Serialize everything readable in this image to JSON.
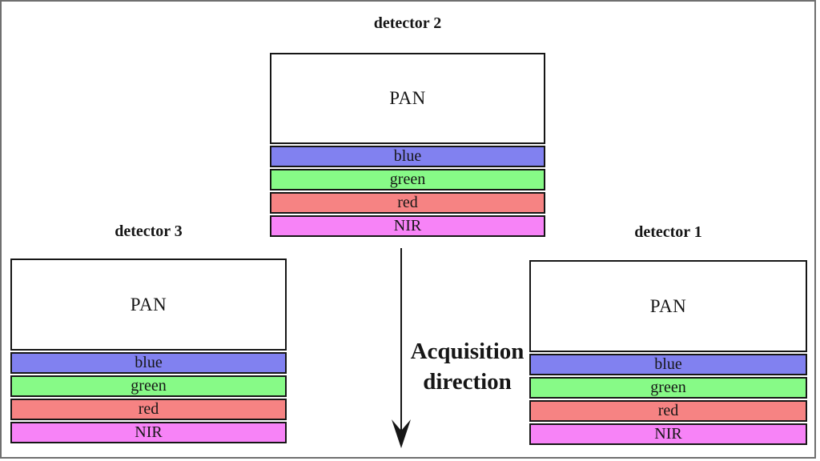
{
  "detectors": [
    {
      "title": "detector 2",
      "pan_label": "PAN",
      "bands": [
        {
          "label": "blue",
          "color": "#8181f0"
        },
        {
          "label": "green",
          "color": "#87fa87"
        },
        {
          "label": "red",
          "color": "#f68383"
        },
        {
          "label": "NIR",
          "color": "#f783f7"
        }
      ]
    },
    {
      "title": "detector 3",
      "pan_label": "PAN",
      "bands": [
        {
          "label": "blue",
          "color": "#8181f0"
        },
        {
          "label": "green",
          "color": "#87fa87"
        },
        {
          "label": "red",
          "color": "#f68383"
        },
        {
          "label": "NIR",
          "color": "#f783f7"
        }
      ]
    },
    {
      "title": "detector 1",
      "pan_label": "PAN",
      "bands": [
        {
          "label": "blue",
          "color": "#8181f0"
        },
        {
          "label": "green",
          "color": "#87fa87"
        },
        {
          "label": "red",
          "color": "#f68383"
        },
        {
          "label": "NIR",
          "color": "#f783f7"
        }
      ]
    }
  ],
  "annotation": {
    "arrow_label": "Acquisition direction"
  },
  "frame_color": "#6f6f6f"
}
